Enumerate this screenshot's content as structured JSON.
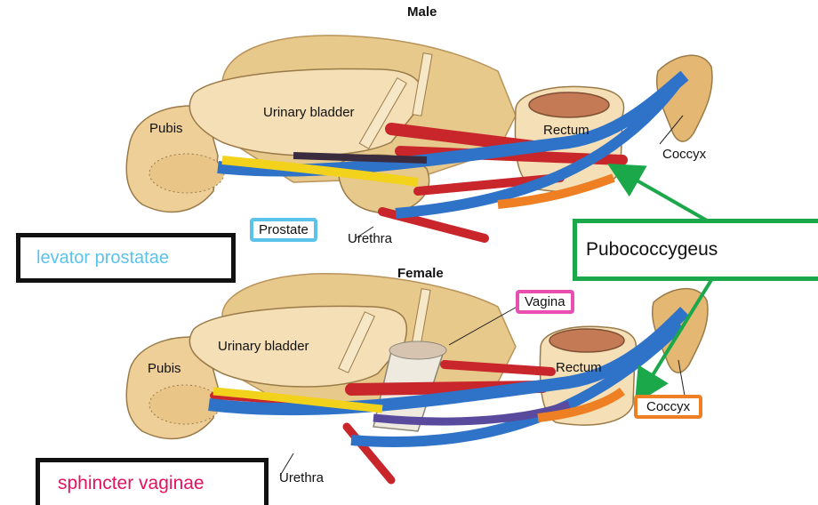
{
  "male": {
    "heading": "Male",
    "labels": {
      "urinary_bladder": "Urinary bladder",
      "pubis": "Pubis",
      "rectum": "Rectum",
      "coccyx": "Coccyx",
      "prostate": "Prostate",
      "urethra": "Urethra"
    }
  },
  "female": {
    "heading": "Female",
    "labels": {
      "urinary_bladder": "Urinary bladder",
      "pubis": "Pubis",
      "rectum": "Rectum",
      "coccyx": "Coccyx",
      "vagina": "Vagina",
      "urethra": "Urethra"
    }
  },
  "callouts": {
    "levator_prostatae": "levator prostatae",
    "pubococcygeus": "Pubococcygeus",
    "sphincter_vaginae": "sphincter vaginae"
  },
  "colors": {
    "pubococcygeus_arrow": "#1aa84a",
    "prostate_box": "#5bc3ea",
    "levator_prostatae_text": "#5bc3ea",
    "vagina_box": "#e84fb0",
    "coccyx_box": "#ee7f22",
    "sphincter_vaginae_text": "#e4125e",
    "muscle_blue": "#2f73c9",
    "muscle_red": "#c8262b",
    "muscle_yellow": "#f2d21b",
    "bone": "#efcf98",
    "organ": "#f5dfb6"
  }
}
